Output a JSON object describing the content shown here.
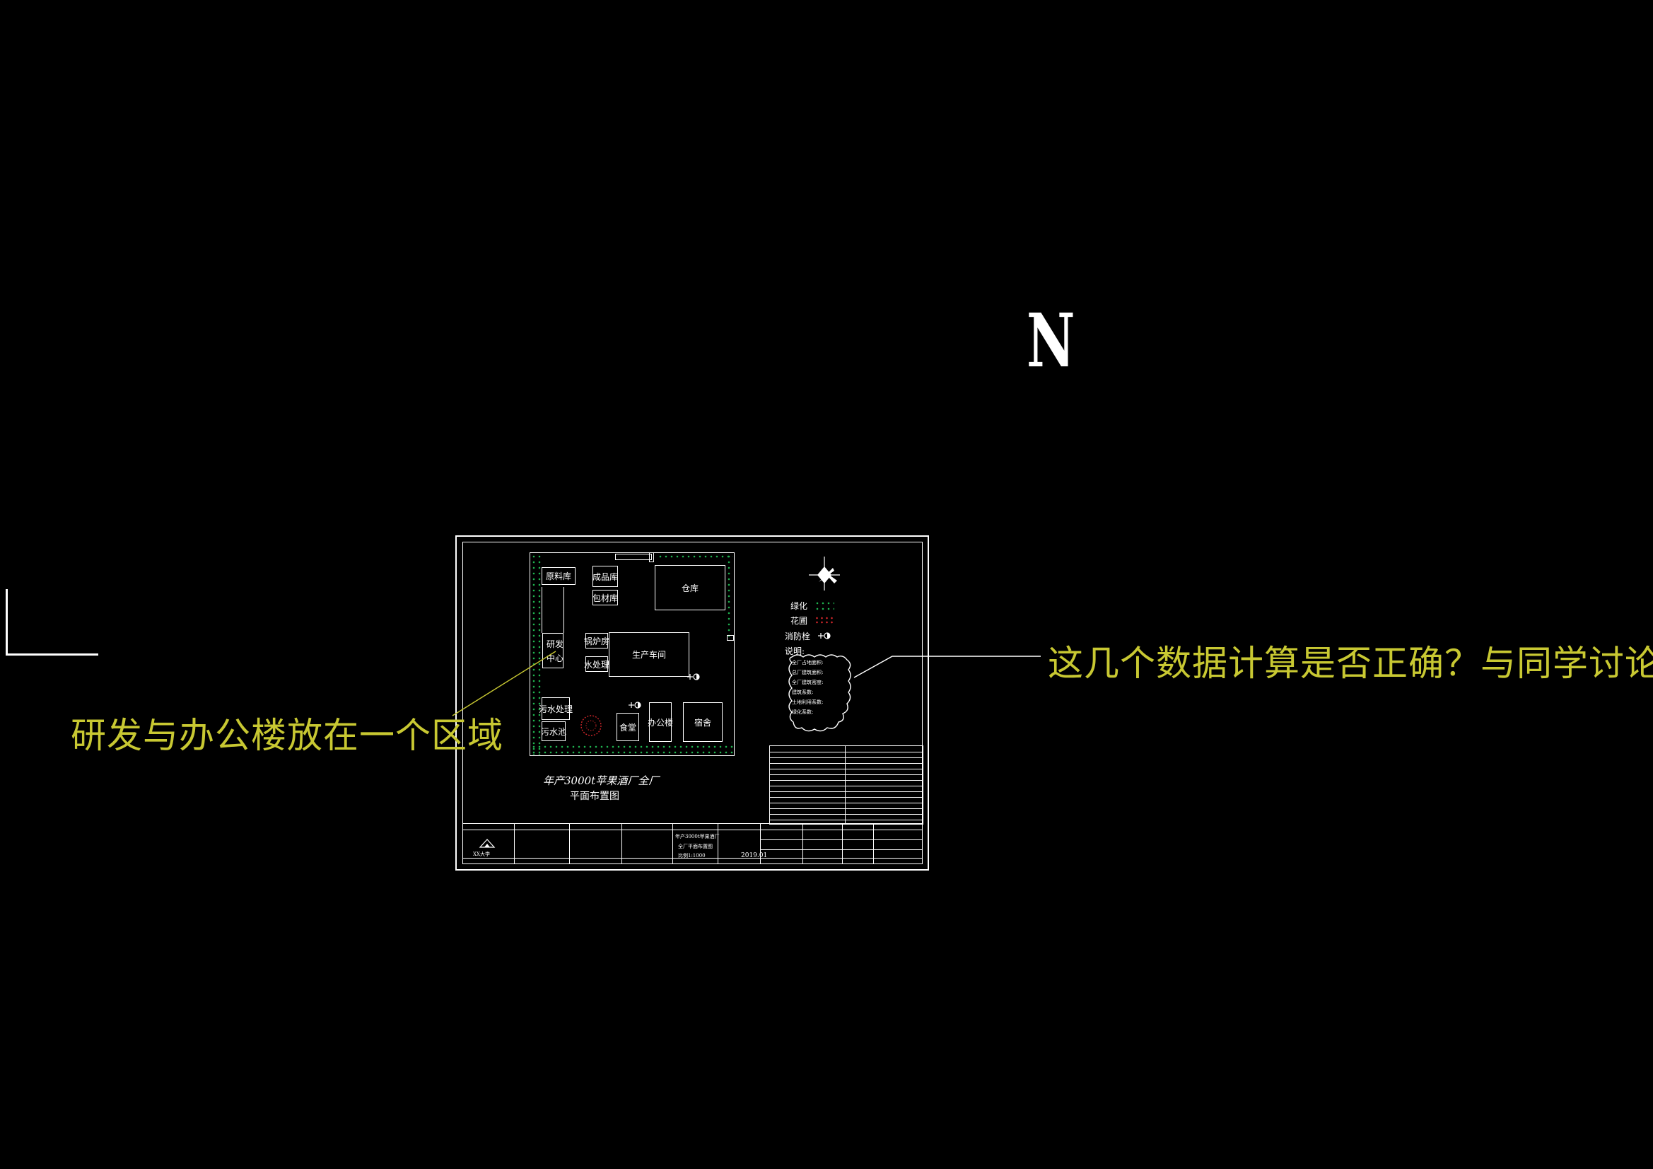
{
  "north_label": "N",
  "annotations": {
    "left": "研发与办公楼放在一个区域",
    "right": "这几个数据计算是否正确？与同学讨论一下"
  },
  "plan": {
    "buildings": {
      "raw_material": "原料库",
      "finished_goods": "成品库",
      "packaging": "包材库",
      "warehouse": "仓库",
      "boiler": "锅炉房",
      "water_treatment": "水处理",
      "production": "生产车间",
      "rnd_center_1": "研发",
      "rnd_center_2": "中心",
      "sewage_1": "污水处理",
      "sewage_2": "污水池",
      "canteen": "食堂",
      "office": "办公楼",
      "dormitory": "宿舍"
    },
    "title_1": "年产3000t苹果酒厂全厂",
    "title_2": "平面布置图"
  },
  "legend": {
    "greenery": "绿化",
    "flowerbed": "花圃",
    "hydrant": "消防栓",
    "notes": "说明:",
    "note_lines": [
      "全厂占地面积:",
      "总厂建筑面积:",
      "全厂建筑密度:",
      "建筑系数:",
      "土地利用系数:",
      "绿化系数:"
    ]
  },
  "title_block": {
    "school": "XX大学",
    "project_1": "年产3000t苹果酒厂",
    "project_2": "全厂平面布置图",
    "scale": "比例1:1000",
    "date": "2019.01"
  },
  "colors": {
    "background": "#000000",
    "lines": "#ffffff",
    "annotation": "#c8c832",
    "greenery": "#1fb24f",
    "flowerbed": "#d0262a"
  }
}
